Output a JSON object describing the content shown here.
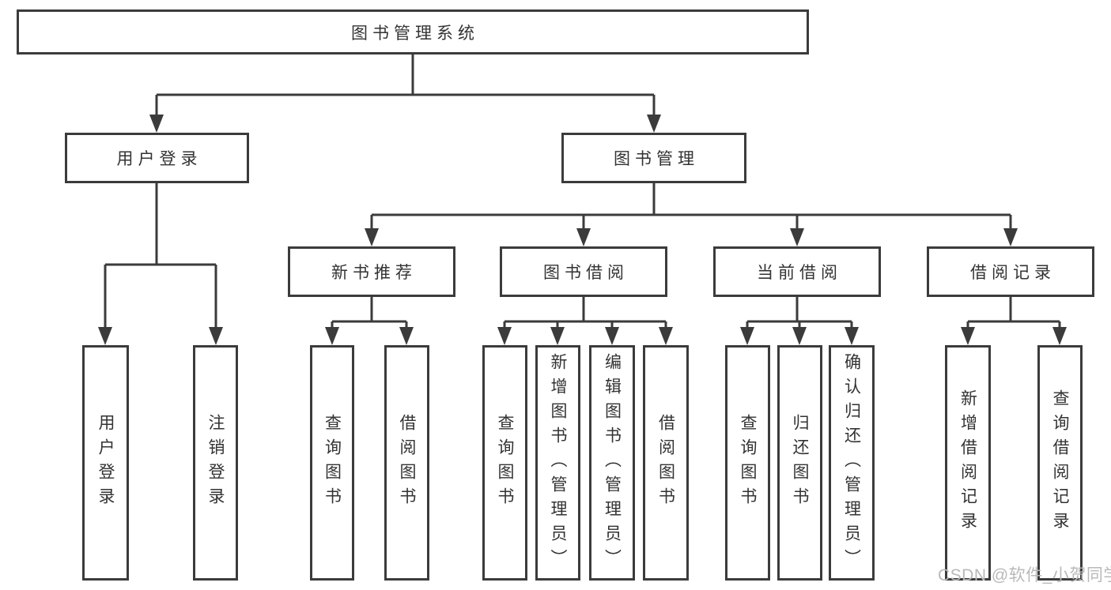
{
  "colors": {
    "line": "#3b3b3b",
    "box_border": "#3b3b3b",
    "text": "#333333",
    "watermark": "#b9b9b9",
    "page_bg": "#ffffff"
  },
  "tree": {
    "root": {
      "label": "图书管理系统"
    },
    "user_login": {
      "label": "用户登录",
      "children": [
        {
          "label": "用户登录"
        },
        {
          "label": "注销登录"
        }
      ]
    },
    "book_mgmt": {
      "label": "图书管理",
      "children": [
        {
          "label": "新书推荐",
          "children": [
            {
              "label": "查询图书"
            },
            {
              "label": "借阅图书"
            }
          ]
        },
        {
          "label": "图书借阅",
          "children": [
            {
              "label": "查询图书"
            },
            {
              "label": "新增图书（管理员）"
            },
            {
              "label": "编辑图书（管理员）"
            },
            {
              "label": "借阅图书"
            }
          ]
        },
        {
          "label": "当前借阅",
          "children": [
            {
              "label": "查询图书"
            },
            {
              "label": "归还图书"
            },
            {
              "label": "确认归还（管理员）"
            }
          ]
        },
        {
          "label": "借阅记录",
          "children": [
            {
              "label": "新增借阅记录"
            },
            {
              "label": "查询借阅记录"
            }
          ]
        }
      ]
    }
  },
  "watermark": {
    "text": "CSDN @软件_小贺同学"
  }
}
